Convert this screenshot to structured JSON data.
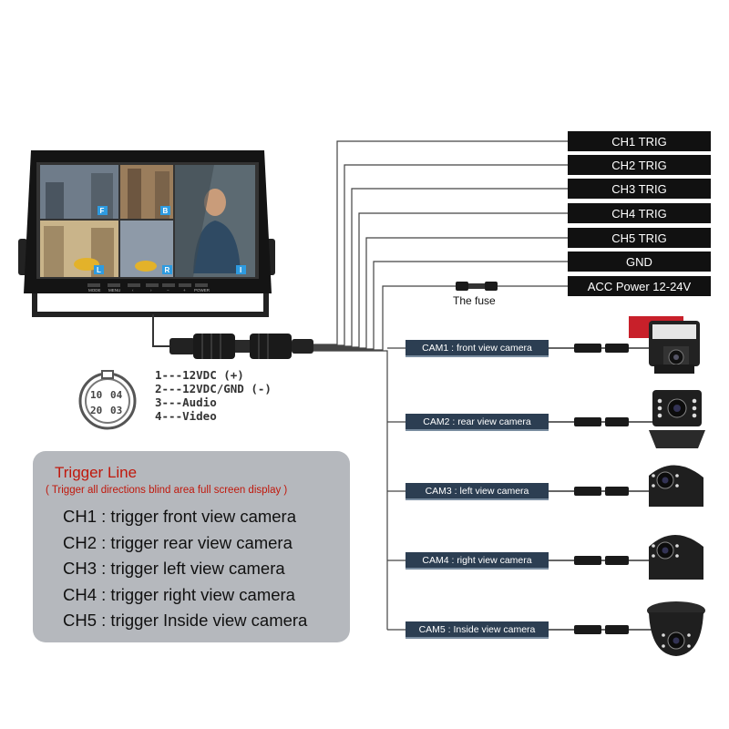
{
  "monitor": {
    "quad_labels": [
      "F",
      "B",
      "L",
      "R",
      "I"
    ],
    "buttons": [
      "MODE",
      "MENU",
      "‹",
      "›",
      "−",
      "+",
      "POWER"
    ]
  },
  "trigger_labels": [
    "CH1 TRIG",
    "CH2 TRIG",
    "CH3 TRIG",
    "CH4 TRIG",
    "CH5 TRIG",
    "GND",
    "ACC Power 12-24V"
  ],
  "fuse_label": "The fuse",
  "connector_pins": [
    "10",
    "04",
    "20",
    "03"
  ],
  "pinout": [
    "1---12VDC (+)",
    "2---12VDC/GND (-)",
    "3---Audio",
    "4---Video"
  ],
  "cameras": [
    {
      "label": "CAM1 : front view camera",
      "icon": "front-view-camera-icon"
    },
    {
      "label": "CAM2 : rear view camera",
      "icon": "rear-view-camera-icon"
    },
    {
      "label": "CAM3 : left view camera",
      "icon": "left-view-camera-icon"
    },
    {
      "label": "CAM4 : right view camera",
      "icon": "right-view-camera-icon"
    },
    {
      "label": "CAM5 : Inside view camera",
      "icon": "dome-camera-icon"
    }
  ],
  "legend": {
    "title": "Trigger Line",
    "subtitle": "( Trigger all directions blind area full screen display )",
    "items": [
      "CH1 : trigger front view camera",
      "CH2 : trigger rear view camera",
      "CH3 : trigger left view camera",
      "CH4 : trigger right view camera",
      "CH5 : trigger Inside view camera"
    ]
  },
  "colors": {
    "wire": "#444444",
    "trigger_box": "#111111",
    "camera_box": "#2c3e52",
    "legend_bg": "#b5b8bd",
    "legend_title": "#c0180c"
  }
}
